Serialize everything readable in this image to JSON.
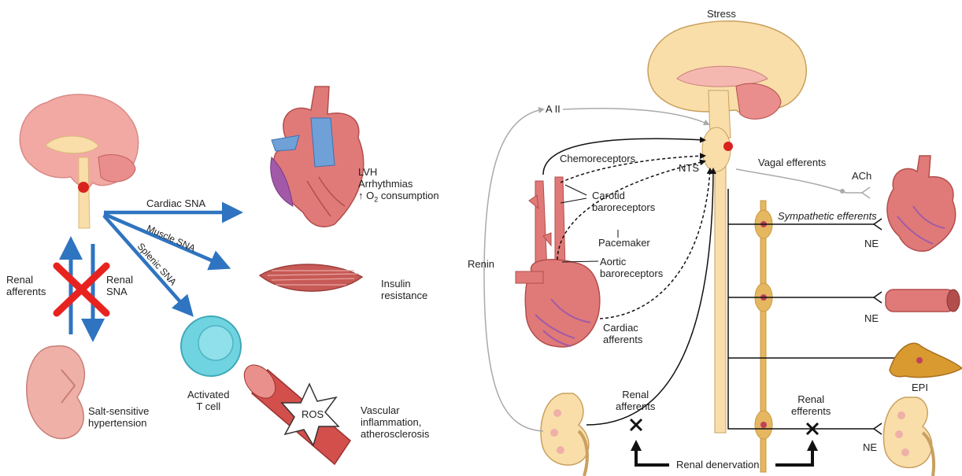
{
  "left_panel": {
    "renal_afferents": "Renal\nafferents",
    "renal_sna": "Renal\nSNA",
    "cardiac_sna": "Cardiac SNA",
    "muscle_sna": "Muscle SNA",
    "splenic_sna": "Splenic SNA",
    "heart_effects_line1": "LVH",
    "heart_effects_line2": "Arrhythmias",
    "heart_effects_line3_prefix": "↑ O",
    "heart_effects_line3_sub": "2",
    "heart_effects_line3_suffix": " consumption",
    "muscle_effect": "Insulin\nresistance",
    "tcell_label": "Activated\nT cell",
    "kidney_effect": "Salt-sensitive\nhypertension",
    "ros_label": "ROS",
    "vascular_effect": "Vascular\ninflammation,\natherosclerosis"
  },
  "right_panel": {
    "stress": "Stress",
    "a2": "A II",
    "chemoreceptors": "Chemoreceptors",
    "nts": "NTS",
    "vagal_efferents": "Vagal efferents",
    "ach": "ACh",
    "carotid_baroreceptors": "Carotid\nbaroreceptors",
    "pacemaker": "Pacemaker",
    "sympathetic_efferents": "Sympathetic efferents",
    "ne_heart": "NE",
    "renin": "Renin",
    "aortic_baroreceptors": "Aortic\nbaroreceptors",
    "ne_vessel": "NE",
    "cardiac_afferents": "Cardiac\nafferents",
    "epi": "EPI",
    "renal_afferents": "Renal\nafferents",
    "renal_efferents": "Renal\nefferents",
    "ne_kidney": "NE",
    "renal_denervation": "Renal denervation"
  },
  "colors": {
    "brain_pink": "#f2a9a4",
    "brain_beige": "#f9deaa",
    "heart_red": "#e07a78",
    "heart_purple": "#a25aa8",
    "heart_blue": "#6fa0d8",
    "arrow_blue": "#2f74c0",
    "cross_red": "#e8231f",
    "tcell_cyan": "#6fd3e0",
    "muscle_red": "#c75a56",
    "chain_tan": "#e4b760",
    "adrenal_orange": "#d99a30",
    "kidney_pink": "#efb0a8",
    "gray_line": "#aaaaaa"
  }
}
